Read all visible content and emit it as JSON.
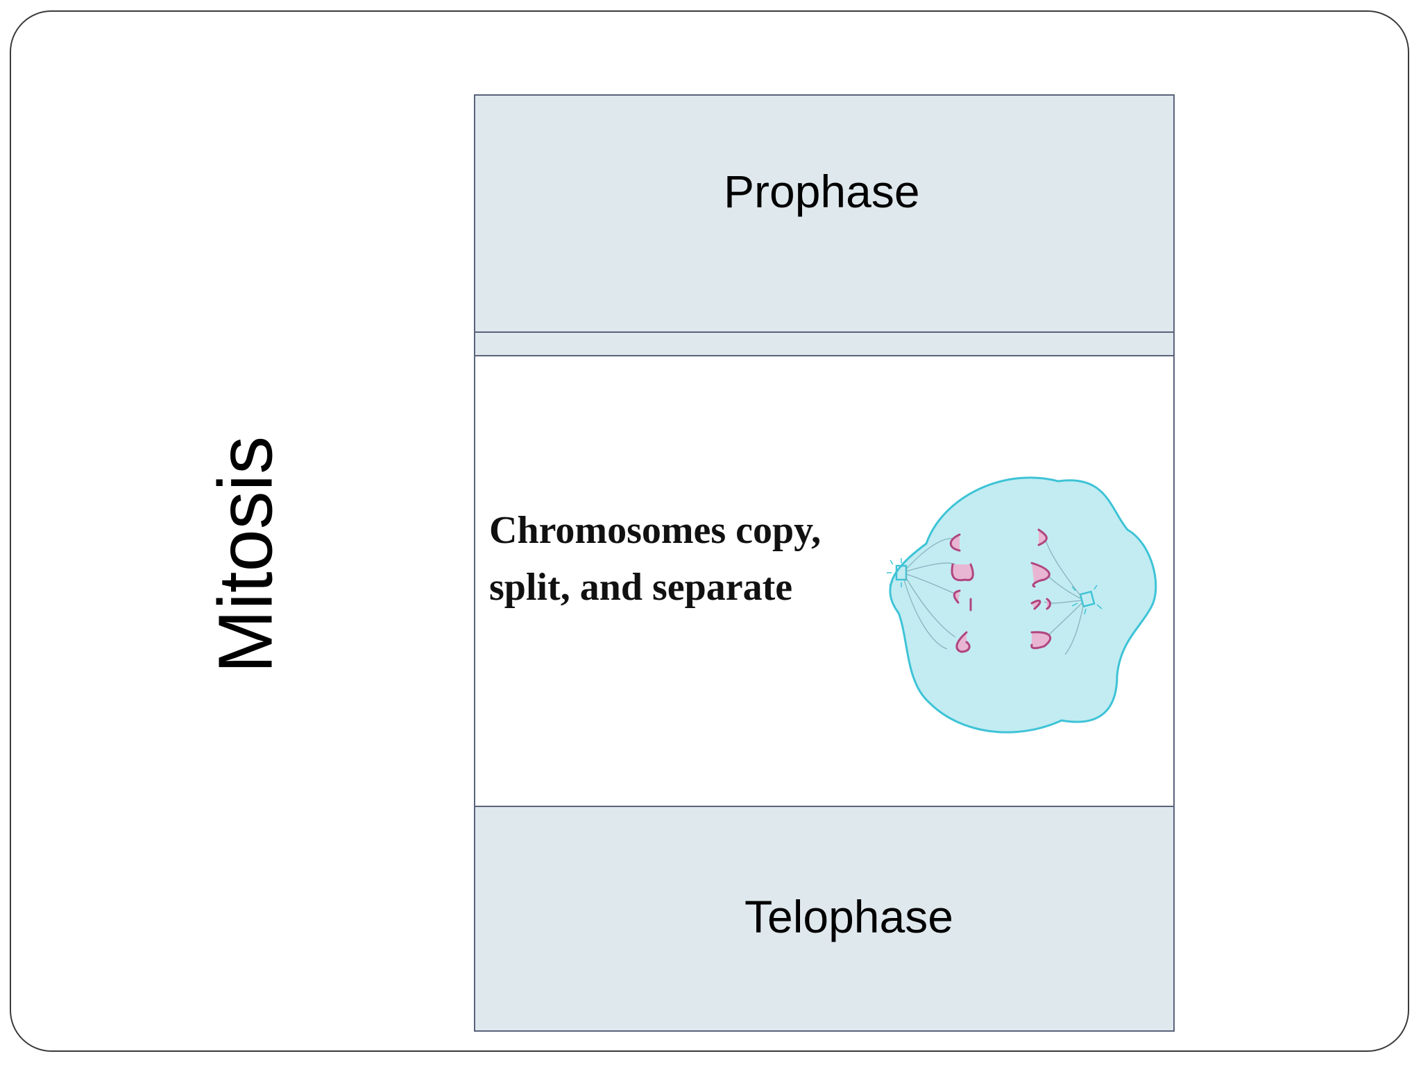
{
  "slide": {
    "side_title": "Mitosis",
    "phases": {
      "top_label": "Prophase",
      "bottom_label": "Telophase",
      "middle_description": "Chromosomes copy,  split, and separate"
    }
  },
  "colors": {
    "phase_fill": "#dfe8ed",
    "cell_fill": "#c2ecf2",
    "cell_outline": "#3ec3d6",
    "chromosome": "#b0457f"
  },
  "icons": {
    "cell": "anaphase-cell-icon"
  }
}
